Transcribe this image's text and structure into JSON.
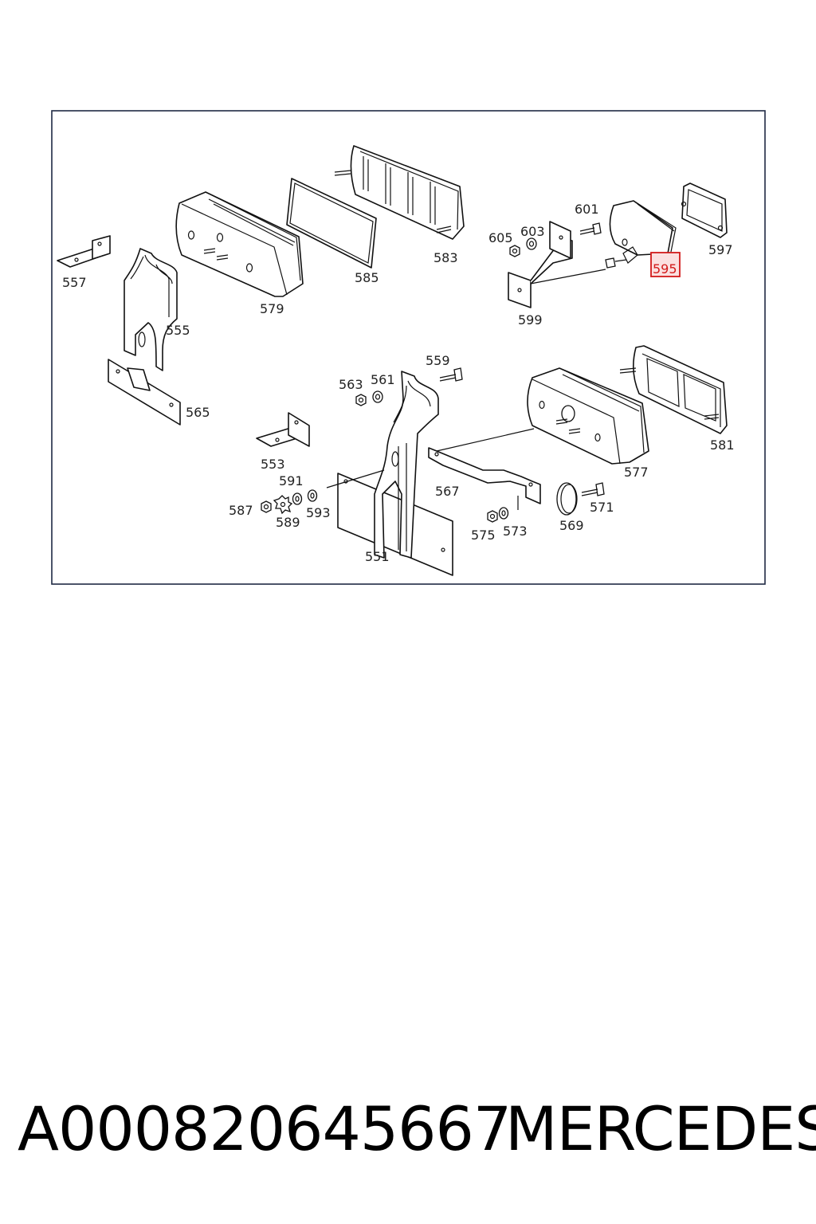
{
  "diagram": {
    "labels": {
      "p557": "557",
      "p555": "555",
      "p579": "579",
      "p585": "585",
      "p583": "583",
      "p565": "565",
      "p605": "605",
      "p603": "603",
      "p601": "601",
      "p599": "599",
      "p595": "595",
      "p597": "597",
      "p563": "563",
      "p561": "561",
      "p559": "559",
      "p553": "553",
      "p591": "591",
      "p587": "587",
      "p589": "589",
      "p593": "593",
      "p551": "551",
      "p567": "567",
      "p575": "575",
      "p573": "573",
      "p569": "569",
      "p571": "571",
      "p577": "577",
      "p581": "581"
    },
    "highlighted_label": "595",
    "highlight_color": "#d21919"
  },
  "footer": {
    "part_number": "A000820645667",
    "brand": "MERCEDES"
  }
}
